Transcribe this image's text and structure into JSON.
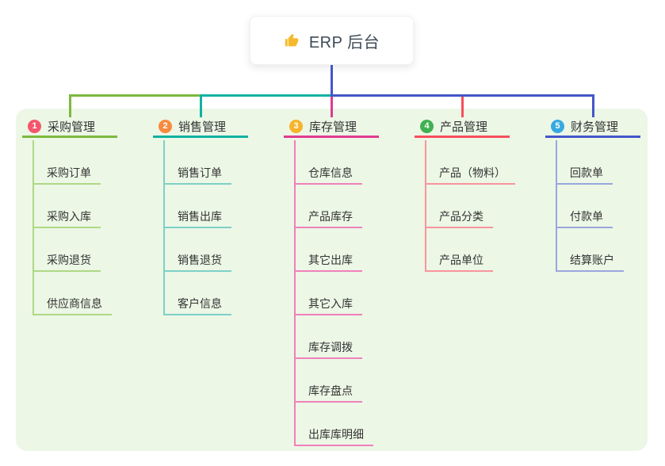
{
  "root": {
    "label": "ERP 后台",
    "icon": "thumbs-up"
  },
  "panel": {
    "background": "#ecf7e6"
  },
  "connector_color": "#4356c8",
  "branches": [
    {
      "number": "1",
      "label": "采购管理",
      "color": "#7cb93e",
      "light_color": "#afd884",
      "badge_color": "#f4566c",
      "children": [
        "采购订单",
        "采购入库",
        "采购退货",
        "供应商信息"
      ]
    },
    {
      "number": "2",
      "label": "销售管理",
      "color": "#10b2a2",
      "light_color": "#7ed0c6",
      "badge_color": "#f88a3e",
      "children": [
        "销售订单",
        "销售出库",
        "销售退货",
        "客户信息"
      ]
    },
    {
      "number": "3",
      "label": "库存管理",
      "color": "#e13a90",
      "light_color": "#ef81ba",
      "badge_color": "#f6b32b",
      "children": [
        "仓库信息",
        "产品库存",
        "其它出库",
        "其它入库",
        "库存调拨",
        "库存盘点",
        "出库库明细"
      ]
    },
    {
      "number": "4",
      "label": "产品管理",
      "color": "#f74e5c",
      "light_color": "#f9949d",
      "badge_color": "#3fb152",
      "children": [
        "产品（物料）",
        "产品分类",
        "产品单位"
      ]
    },
    {
      "number": "5",
      "label": "财务管理",
      "color": "#4356c8",
      "light_color": "#98a7dd",
      "badge_color": "#38a9e0",
      "children": [
        "回款单",
        "付款单",
        "结算账户"
      ]
    }
  ]
}
